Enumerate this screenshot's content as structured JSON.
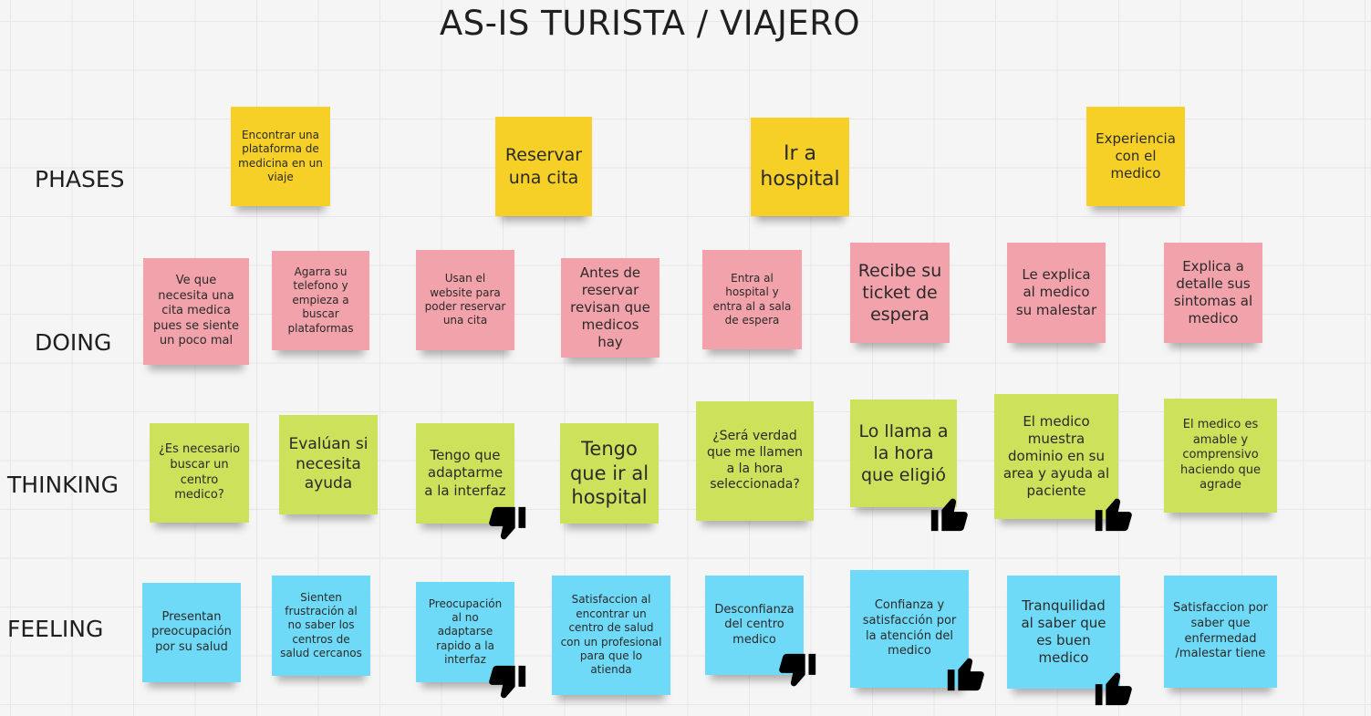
{
  "board": {
    "title": "AS-IS TURISTA / VIAJERO",
    "rows": [
      "PHASES",
      "DOING",
      "THINKING",
      "FEELING"
    ]
  },
  "phases": [
    "Encontrar una plataforma de medicina en un viaje",
    "Reservar una cita",
    "Ir a hospital",
    "Experiencia con el medico"
  ],
  "doing": [
    "Ve que necesita una cita medica pues se siente un poco mal",
    "Agarra su telefono y empieza a buscar plataformas",
    "Usan el website para poder reservar una cita",
    "Antes de reservar revisan que medicos hay",
    "Entra al hospital y entra al a sala de espera",
    "Recibe su ticket de espera",
    "Le explica al medico su malestar",
    "Explica a detalle sus sintomas al medico"
  ],
  "thinking": [
    "¿Es necesario buscar un centro medico?",
    "Evalúan si necesita ayuda",
    "Tengo que adaptarme a la interfaz",
    "Tengo que ir al hospital",
    "¿Será verdad que me llamen a la hora seleccionada?",
    "Lo llama a la hora que eligió",
    "El medico muestra dominio en su area y ayuda al paciente",
    "El medico es amable y comprensivo haciendo que agrade"
  ],
  "feeling": [
    "Presentan preocupación por su salud",
    "Sienten frustración al no saber los centros de salud cercanos",
    "Preocupación al no adaptarse rapido a la interfaz",
    "Satisfaccion al encontrar un centro de salud con un profesional para que lo atienda",
    "Desconfianza del centro medico",
    "Confianza y satisfacción por la atención del medico",
    "Tranquilidad al saber que es buen medico",
    "Satisfaccion por saber que enfermedad /malestar tiene"
  ],
  "colors": {
    "phases": "#f6d026",
    "doing": "#f2a2ab",
    "thinking": "#cde15a",
    "feeling": "#6fdaf7"
  },
  "icons": {
    "thumbs_down": "thumbs-down-icon",
    "thumbs_up": "thumbs-up-icon"
  }
}
